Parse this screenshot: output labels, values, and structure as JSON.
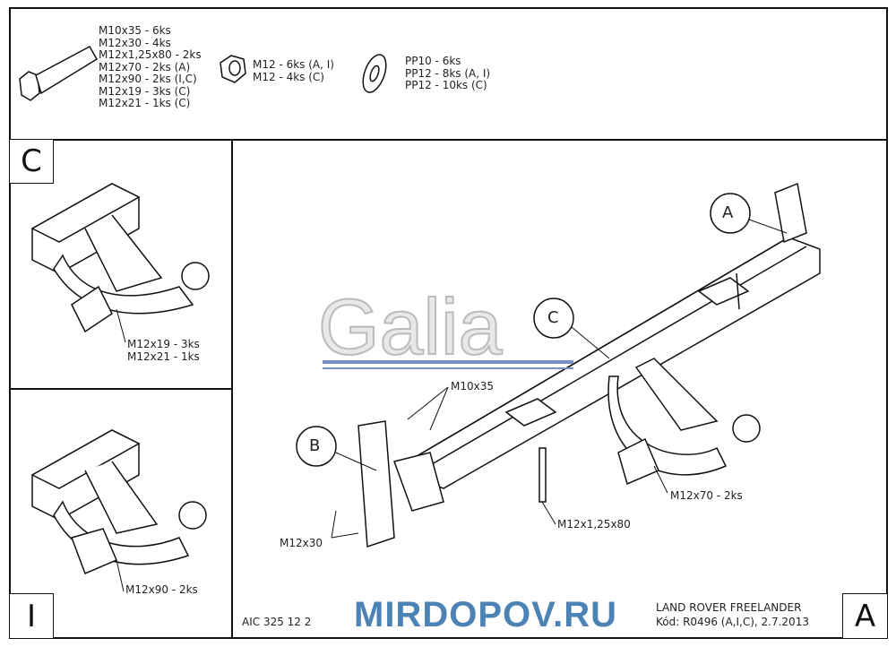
{
  "parts": {
    "bolts": [
      "M10x35 - 6ks",
      "M12x30 - 4ks",
      "M12x1,25x80 - 2ks",
      "M12x70 - 2ks (A)",
      "M12x90 - 2ks (I,C)",
      "M12x19 - 3ks (C)",
      "M12x21 - 1ks (C)"
    ],
    "nuts": [
      "M12 - 6ks (A, I)",
      "M12 - 4ks (C)"
    ],
    "washers": [
      "PP10 - 6ks",
      "PP12 - 8ks (A, I)",
      "PP12 - 10ks (C)"
    ]
  },
  "panels": {
    "c": {
      "label": "C",
      "callouts": [
        "M12x19 - 3ks",
        "M12x21 - 1ks"
      ]
    },
    "i": {
      "label": "I",
      "callout": "M12x90 - 2ks"
    },
    "a": {
      "label": "A"
    }
  },
  "main": {
    "logo": "Galia",
    "callout_a": "A",
    "callout_b": "B",
    "callout_c": "C",
    "m10x35": "M10x35",
    "m12x30": "M12x30",
    "m12x125x80": "M12x1,25x80",
    "m12x70": "M12x70 - 2ks"
  },
  "footer": {
    "code": "AIC 325 12 2",
    "vehicle": "LAND ROVER FREELANDER",
    "kod": "Kód: R0496 (A,I,C), 2.7.2013",
    "watermark": "MIRDOPOV.RU"
  }
}
